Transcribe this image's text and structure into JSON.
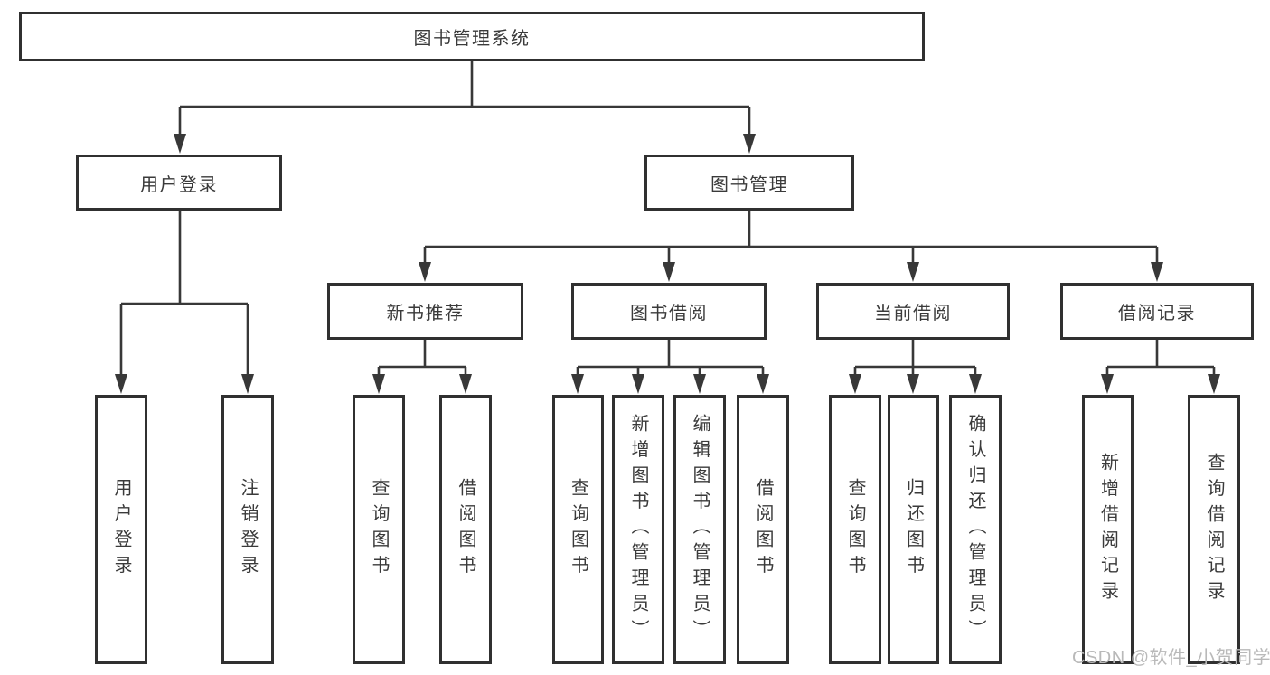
{
  "diagram_title": "图书管理系统",
  "nodes": {
    "root": "图书管理系统",
    "user_login": "用户登录",
    "book_mgmt": "图书管理",
    "new_book_rec": "新书推荐",
    "book_borrow": "图书借阅",
    "current_borrow": "当前借阅",
    "borrow_records": "借阅记录",
    "leaf_user_login": "用户登录",
    "leaf_logout": "注销登录",
    "leaf_query_book_rec": "查询图书",
    "leaf_borrow_book_rec": "借阅图书",
    "leaf_query_book_borrow": "查询图书",
    "leaf_add_book": "新增图书（管理员）",
    "leaf_edit_book": "编辑图书（管理员）",
    "leaf_borrow_book_borrow": "借阅图书",
    "leaf_query_book_current": "查询图书",
    "leaf_return_book": "归还图书",
    "leaf_confirm_return": "确认归还（管理员）",
    "leaf_add_borrow_record": "新增借阅记录",
    "leaf_query_borrow_record": "查询借阅记录"
  },
  "hierarchy": {
    "图书管理系统": [
      "用户登录",
      "图书管理"
    ],
    "用户登录": [
      "用户登录",
      "注销登录"
    ],
    "图书管理": [
      "新书推荐",
      "图书借阅",
      "当前借阅",
      "借阅记录"
    ],
    "新书推荐": [
      "查询图书",
      "借阅图书"
    ],
    "图书借阅": [
      "查询图书",
      "新增图书（管理员）",
      "编辑图书（管理员）",
      "借阅图书"
    ],
    "当前借阅": [
      "查询图书",
      "归还图书",
      "确认归还（管理员）"
    ],
    "借阅记录": [
      "新增借阅记录",
      "查询借阅记录"
    ]
  },
  "watermark": {
    "text": "CSDN @软件_小贺同学"
  },
  "colors": {
    "line": "#383838",
    "border": "#303030",
    "text": "#3a3a3a",
    "watermark": "#b9b9b9",
    "background": "#ffffff"
  }
}
